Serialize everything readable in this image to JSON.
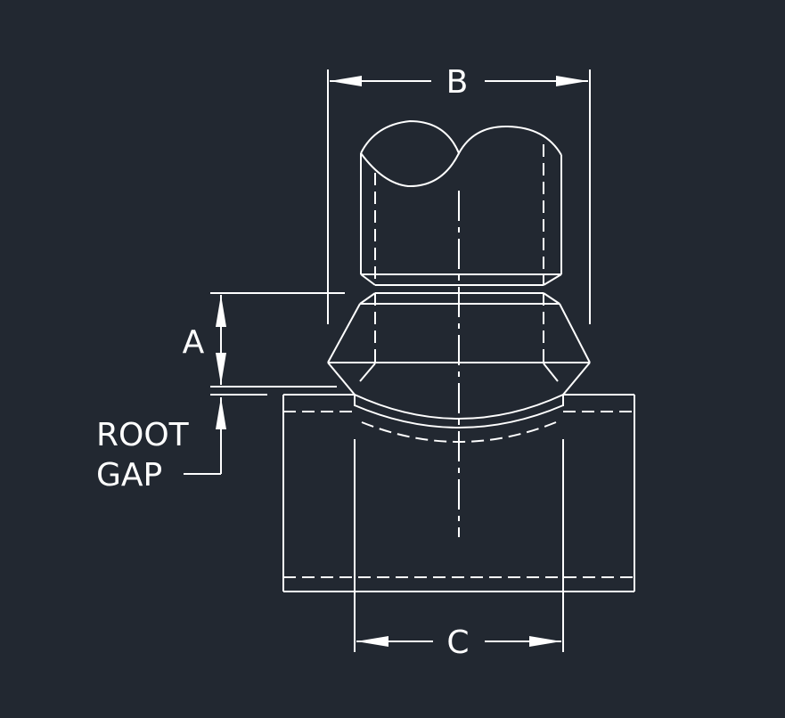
{
  "labels": {
    "dim_b": "B",
    "dim_a": "A",
    "dim_c": "C",
    "root_gap_line1": "ROOT",
    "root_gap_line2": "GAP"
  },
  "colors": {
    "background": "#222831",
    "line": "#ffffff"
  }
}
